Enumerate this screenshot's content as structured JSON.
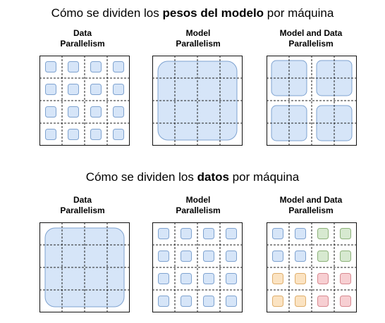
{
  "weights_section": {
    "title_pre": "Cómo se dividen los ",
    "title_bold": "pesos del modelo",
    "title_post": " por máquina",
    "panels": [
      {
        "id": "weights-data",
        "label_lines": [
          "Data",
          "Parallelism"
        ],
        "pattern": "per-cell",
        "colors": "blue"
      },
      {
        "id": "weights-model",
        "label_lines": [
          "Model",
          "Parallelism"
        ],
        "pattern": "full",
        "colors": "blue"
      },
      {
        "id": "weights-model-data",
        "label_lines": [
          "Model and Data",
          "Parallelism"
        ],
        "pattern": "quadrants",
        "colors": "blue"
      }
    ]
  },
  "data_section": {
    "title_pre": "Cómo se dividen los ",
    "title_bold": "datos",
    "title_post": " por máquina",
    "panels": [
      {
        "id": "data-data",
        "label_lines": [
          "Data",
          "Parallelism"
        ],
        "pattern": "full",
        "colors": "blue"
      },
      {
        "id": "data-model",
        "label_lines": [
          "Model",
          "Parallelism"
        ],
        "pattern": "per-cell",
        "colors": "blue"
      },
      {
        "id": "data-model-data",
        "label_lines": [
          "Model and Data",
          "Parallelism"
        ],
        "pattern": "per-cell",
        "colors": "quadrant-colored"
      }
    ]
  },
  "grid": {
    "rows": 4,
    "cols": 4
  },
  "colors": {
    "blue_fill": "#d6e5f8",
    "blue_stroke": "#7fa3d0",
    "green_fill": "#d7e9d0",
    "green_stroke": "#8db27a",
    "orange_fill": "#fbe3c2",
    "orange_stroke": "#dfae6c",
    "red_fill": "#f7cfd2",
    "red_stroke": "#d88a91",
    "frame": "#111111",
    "gridline": "#222222"
  }
}
